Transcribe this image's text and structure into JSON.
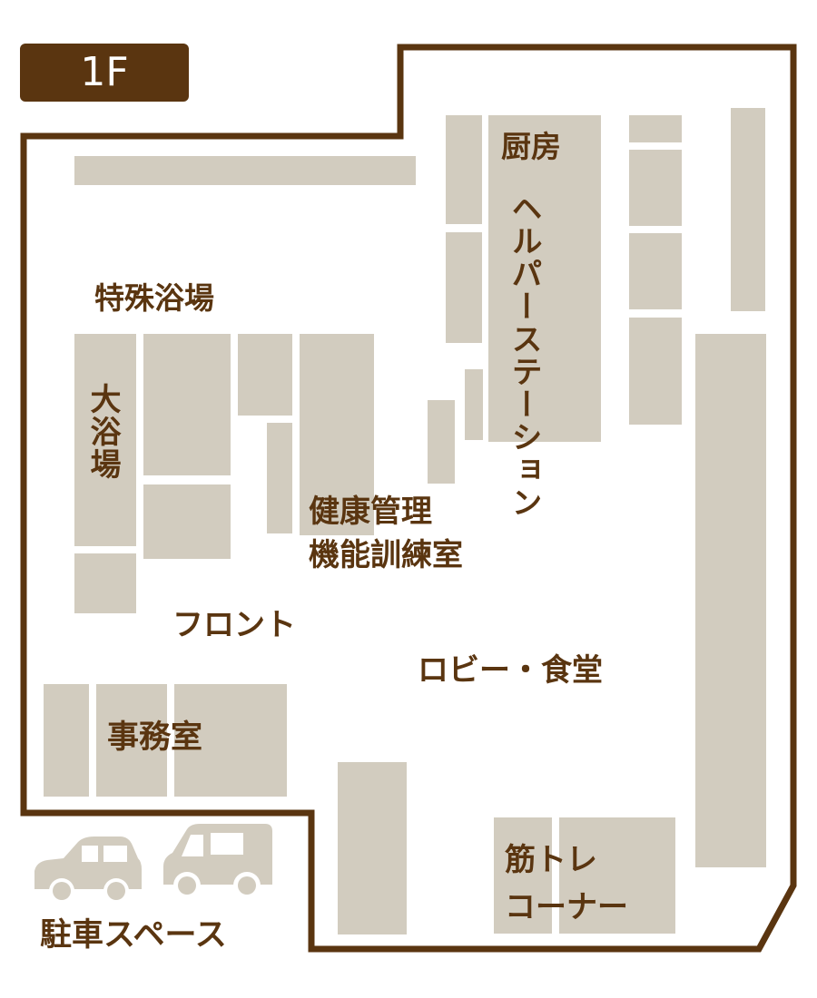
{
  "floor": {
    "label": "1F"
  },
  "colors": {
    "wall": "#5a3510",
    "room": "#d2ccbf",
    "text": "#5a3510",
    "bg": "#ffffff",
    "car": "#d2ccbf"
  },
  "rooms": {
    "special_bath": "特殊浴場",
    "large_bath": "大浴場",
    "kitchen": "厨房",
    "helper_station": "ヘルパーステーション",
    "health_training": "健康管理機能訓練室",
    "front": "フロント",
    "lobby_dining": "ロビー・食堂",
    "office": "事務室",
    "gym_corner": "筋トレコーナー",
    "parking": "駐車スペース"
  },
  "display": {
    "health_line1": "健康管理",
    "health_line2": "機能訓練室",
    "gym_line1": "筋トレ",
    "gym_line2": "コーナー"
  },
  "icons": [
    "sedan-car-icon",
    "van-car-icon"
  ]
}
